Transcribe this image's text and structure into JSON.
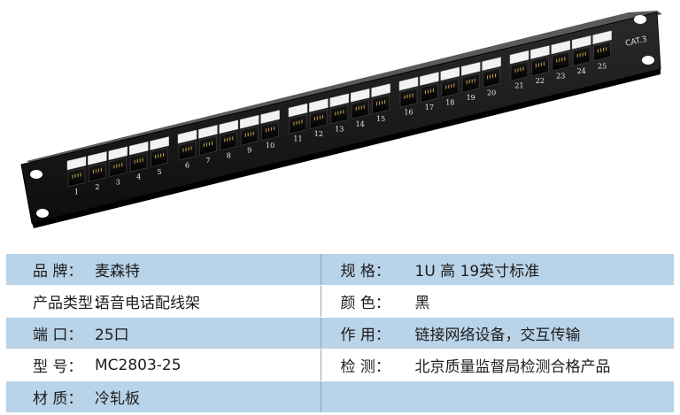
{
  "panel": {
    "cat_label": "CAT.3",
    "port_numbers": [
      "1",
      "2",
      "3",
      "4",
      "5",
      "6",
      "7",
      "8",
      "9",
      "10",
      "11",
      "12",
      "13",
      "14",
      "15",
      "16",
      "17",
      "18",
      "19",
      "20",
      "21",
      "22",
      "23",
      "24",
      "25"
    ]
  },
  "specs": {
    "rows": [
      {
        "left_label": "品    牌：",
        "left_value": "麦森特",
        "right_label": "规    格：",
        "right_value": "1U 高  19英寸标准"
      },
      {
        "left_label": "产品类型：",
        "left_value": "语音电话配线架",
        "right_label": "颜    色：",
        "right_value": "黑"
      },
      {
        "left_label": "端    口：",
        "left_value": "25口",
        "right_label": "作    用：",
        "right_value": "链接网络设备，交互传输"
      },
      {
        "left_label": "型    号：",
        "left_value": "MC2803-25",
        "right_label": "检    测：",
        "right_value": "北京质量监督局检测合格产品"
      },
      {
        "left_label": "材    质：",
        "left_value": "冷轧板",
        "right_label": "",
        "right_value": ""
      }
    ]
  }
}
